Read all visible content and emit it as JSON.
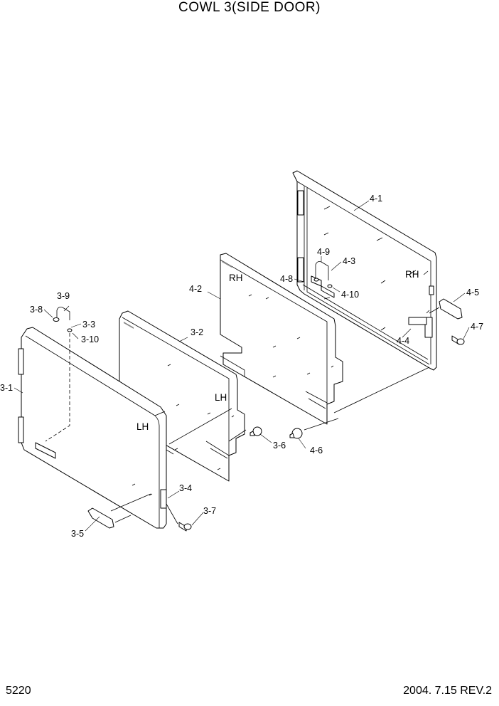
{
  "title": "COWL 3(SIDE DOOR)",
  "page_number": "5220",
  "revision": "2004. 7.15  REV.2",
  "callouts": {
    "c3_1": "3-1",
    "c3_2": "3-2",
    "c3_3": "3-3",
    "c3_4": "3-4",
    "c3_5": "3-5",
    "c3_6": "3-6",
    "c3_7": "3-7",
    "c3_8": "3-8",
    "c3_9": "3-9",
    "c3_10": "3-10",
    "c4_1": "4-1",
    "c4_2": "4-2",
    "c4_3": "4-3",
    "c4_4": "4-4",
    "c4_5": "4-5",
    "c4_6": "4-6",
    "c4_7": "4-7",
    "c4_8": "4-8",
    "c4_9": "4-9",
    "c4_10": "4-10"
  },
  "side_labels": {
    "rh_panel": "RH",
    "rh_door": "RH",
    "lh_panel": "LH",
    "lh_door": "LH"
  }
}
